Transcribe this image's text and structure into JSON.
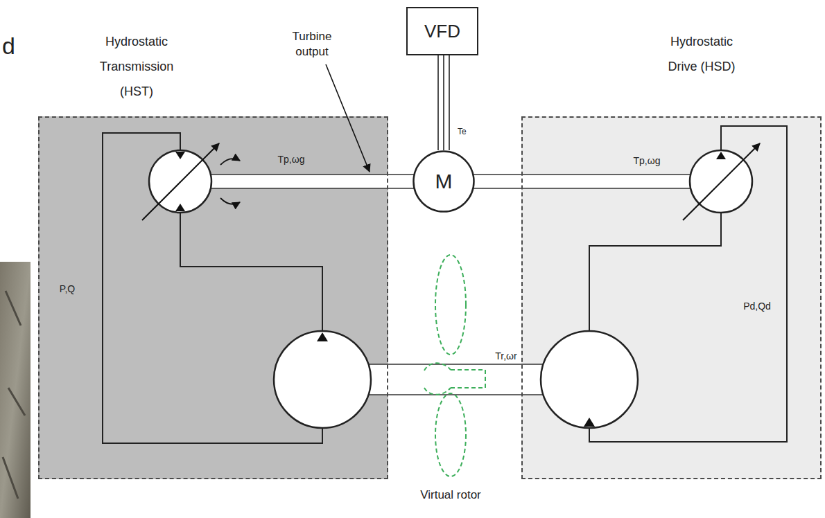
{
  "diagram": {
    "nodes": [
      {
        "text": [
          "Hydrostatic Transmission (HST)",
          "P,Q"
        ]
      },
      {
        "text": [
          "VFD"
        ]
      },
      {
        "text": [
          "M"
        ]
      },
      {
        "text": [
          "Hydrostatic Drive (HSD)",
          "Pd,Qd"
        ]
      }
    ],
    "edges": [
      {
        "from": 1,
        "to": 2,
        "label": "Te",
        "arrow": "none"
      }
    ],
    "labels": [
      "d",
      "Turbine output",
      "Tp,ωg",
      "Tp,ωg",
      "Tr,ωr",
      "Virtual rotor"
    ]
  }
}
